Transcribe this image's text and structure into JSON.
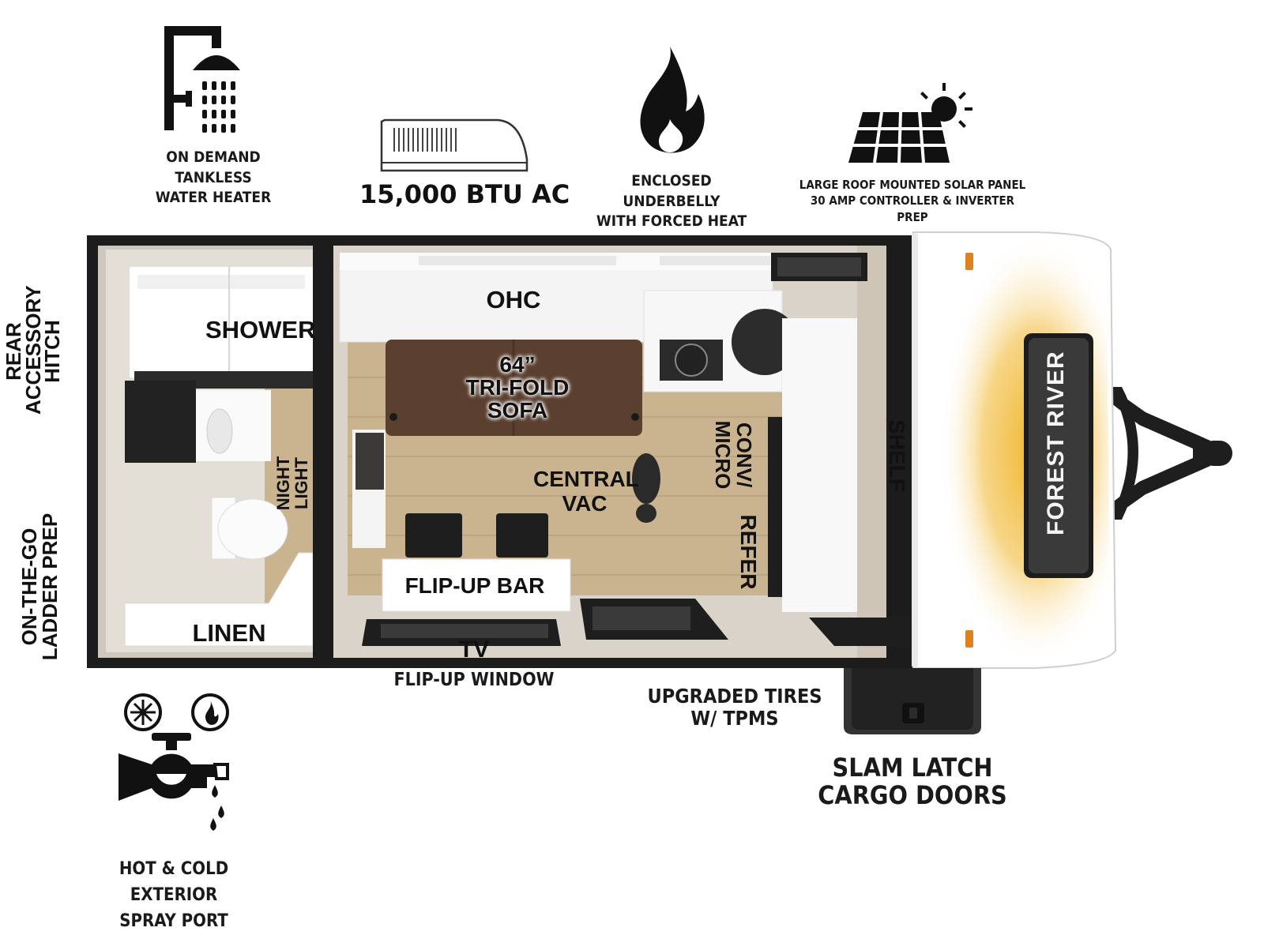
{
  "features": {
    "water_heater": {
      "icon": "shower-icon",
      "line1": "ON DEMAND",
      "line2": "TANKLESS",
      "line3": "WATER HEATER"
    },
    "ac": {
      "icon": "air-conditioner-icon",
      "label": "15,000 BTU AC"
    },
    "underbelly": {
      "icon": "flame-icon",
      "line1": "ENCLOSED UNDERBELLY",
      "line2": "WITH FORCED HEAT"
    },
    "solar": {
      "icon": "solar-panel-icon",
      "line1": "LARGE ROOF MOUNTED SOLAR PANEL",
      "line2": "30 AMP CONTROLLER & INVERTER PREP"
    },
    "spray_port": {
      "icon": "spray-faucet-icon",
      "line1": "HOT & COLD EXTERIOR",
      "line2": "SPRAY PORT"
    },
    "tires": {
      "line1": "UPGRADED TIRES",
      "line2": "W/ TPMS"
    },
    "cargo": {
      "line1": "SLAM LATCH",
      "line2": "CARGO DOORS"
    },
    "window": {
      "label": "FLIP-UP WINDOW"
    }
  },
  "side_labels": {
    "hitch": {
      "line1": "REAR",
      "line2": "ACCESSORY",
      "line3": "HITCH"
    },
    "ladder": {
      "line1": "ON-THE-GO",
      "line2": "LADDER PREP"
    }
  },
  "rooms": {
    "shower": "SHOWER",
    "night_light": {
      "line1": "NIGHT",
      "line2": "LIGHT"
    },
    "linen": "LINEN",
    "ohc": "OHC",
    "sofa": {
      "line1": "64”",
      "line2": "TRI-FOLD",
      "line3": "SOFA"
    },
    "central_vac": {
      "line1": "CENTRAL",
      "line2": "VAC"
    },
    "conv_micro": {
      "line1": "CONV/",
      "line2": "MICRO"
    },
    "refer": "REFER",
    "shelf": "SHELF",
    "flip_up_bar": "FLIP-UP BAR",
    "tv": "TV"
  },
  "brand": "FOREST RIVER",
  "colors": {
    "floor": "#c9b48f",
    "wall": "#1c1c1c",
    "sofa": "#5b4030",
    "accent": "#f0b62a"
  }
}
